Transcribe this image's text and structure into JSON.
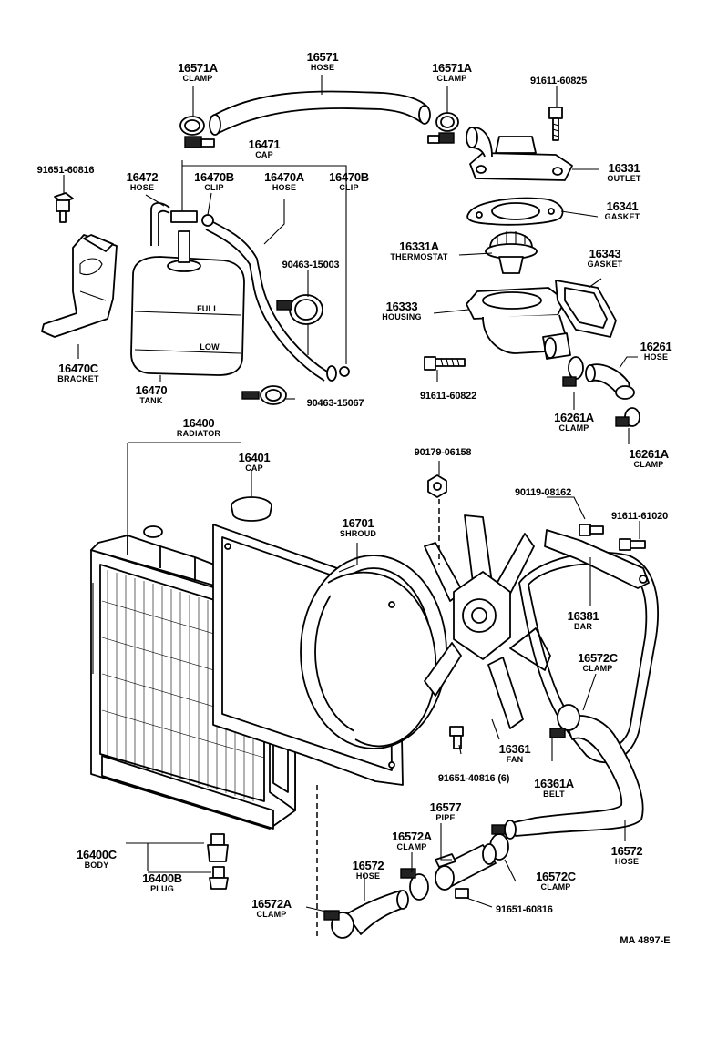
{
  "parts": {
    "p16571": {
      "number": "16571",
      "name": "HOSE"
    },
    "p16571a_left": {
      "number": "16571A",
      "name": "CLAMP"
    },
    "p16571a_right": {
      "number": "16571A",
      "name": "CLAMP"
    },
    "p91611_60825": {
      "number": "91611-60825"
    },
    "p16471": {
      "number": "16471",
      "name": "CAP"
    },
    "p91651_60816_top": {
      "number": "91651-60816"
    },
    "p16472": {
      "number": "16472",
      "name": "HOSE"
    },
    "p16470b_a": {
      "number": "16470B",
      "name": "CLIP"
    },
    "p16470a": {
      "number": "16470A",
      "name": "HOSE"
    },
    "p16470b_b": {
      "number": "16470B",
      "name": "CLIP"
    },
    "p16331": {
      "number": "16331",
      "name": "OUTLET"
    },
    "p16341": {
      "number": "16341",
      "name": "GASKET"
    },
    "p16331a": {
      "number": "16331A",
      "name": "THERMOSTAT"
    },
    "p90463_15003": {
      "number": "90463-15003"
    },
    "p16343": {
      "number": "16343",
      "name": "GASKET"
    },
    "p16333": {
      "number": "16333",
      "name": "HOUSING"
    },
    "p16470c": {
      "number": "16470C",
      "name": "BRACKET"
    },
    "p16470": {
      "number": "16470",
      "name": "TANK"
    },
    "p16261": {
      "number": "16261",
      "name": "HOSE"
    },
    "p91611_60822": {
      "number": "91611-60822"
    },
    "p90463_15067": {
      "number": "90463-15067"
    },
    "p16261a_a": {
      "number": "16261A",
      "name": "CLAMP"
    },
    "p16261a_b": {
      "number": "16261A",
      "name": "CLAMP"
    },
    "p16400": {
      "number": "16400",
      "name": "RADIATOR"
    },
    "p16401": {
      "number": "16401",
      "name": "CAP"
    },
    "p90179_06158": {
      "number": "90179-06158"
    },
    "p90119_08162": {
      "number": "90119-08162"
    },
    "p91611_61020": {
      "number": "91611-61020"
    },
    "p16701": {
      "number": "16701",
      "name": "SHROUD"
    },
    "p16381": {
      "number": "16381",
      "name": "BAR"
    },
    "p16572c_top": {
      "number": "16572C",
      "name": "CLAMP"
    },
    "p16361": {
      "number": "16361",
      "name": "FAN"
    },
    "p91651_40816": {
      "number": "91651-40816 (6)"
    },
    "p16361a": {
      "number": "16361A",
      "name": "BELT"
    },
    "p16577": {
      "number": "16577",
      "name": "PIPE"
    },
    "p16400c": {
      "number": "16400C",
      "name": "BODY"
    },
    "p16572a_top": {
      "number": "16572A",
      "name": "CLAMP"
    },
    "p16572_right": {
      "number": "16572",
      "name": "HOSE"
    },
    "p16572_left": {
      "number": "16572",
      "name": "HOSE"
    },
    "p16572c_bottom": {
      "number": "16572C",
      "name": "CLAMP"
    },
    "p16400b": {
      "number": "16400B",
      "name": "PLUG"
    },
    "p16572a_bottom": {
      "number": "16572A",
      "name": "CLAMP"
    },
    "p91651_60816_bottom": {
      "number": "91651-60816"
    }
  },
  "tank_marks": {
    "full": "FULL",
    "low": "LOW"
  },
  "figure_ref": "MA 4897-E"
}
